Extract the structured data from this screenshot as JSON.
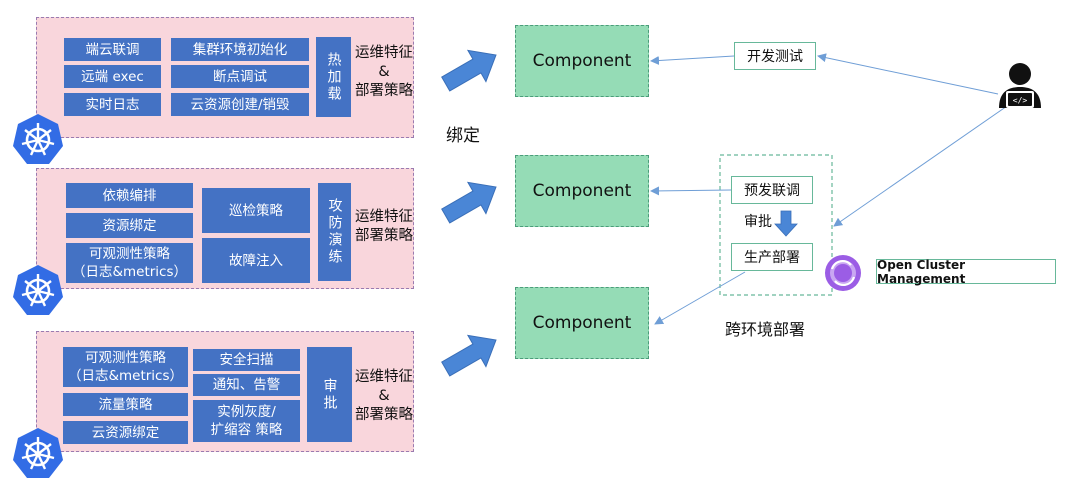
{
  "panels": [
    {
      "chips": [
        "端云联调",
        "集群环境初始化",
        "远端 exec",
        "断点调试",
        "实时日志",
        "云资源创建/销毁"
      ],
      "vertical": "热加载",
      "traits": "运维特征\n&\n部署策略"
    },
    {
      "chips": [
        "依赖编排",
        "资源绑定",
        "可观测性策略\n（日志&metrics）",
        "巡检策略",
        "故障注入"
      ],
      "vertical": "攻防演练",
      "traits": "运维特征\n部署策略"
    },
    {
      "chips": [
        "可观测性策略\n（日志&metrics）",
        "流量策略",
        "云资源绑定",
        "安全扫描",
        "通知、告警",
        "实例灰度/\n扩缩容 策略"
      ],
      "vertical": "审批",
      "traits": "运维特征\n&\n部署策略"
    }
  ],
  "bind_label": "绑定",
  "components": [
    "Component",
    "Component",
    "Component"
  ],
  "environments": {
    "dev_test": "开发测试",
    "pre_release": "预发联调",
    "approve": "审批",
    "production": "生产部署",
    "cross_env_label": "跨环境部署"
  },
  "ocm_label": "Open Cluster Management",
  "colors": {
    "panel_fill": "#f9d6dc",
    "chip_blue": "#4472c4",
    "component_green": "#95dcb6",
    "arrow_blue": "#4a86d6",
    "k8s_blue": "#326ce5",
    "ocm_purple": "#9b5de5"
  },
  "icons": [
    "kubernetes-icon",
    "developer-icon",
    "ocm-icon",
    "arrow-right-icon",
    "arrow-down-icon"
  ]
}
